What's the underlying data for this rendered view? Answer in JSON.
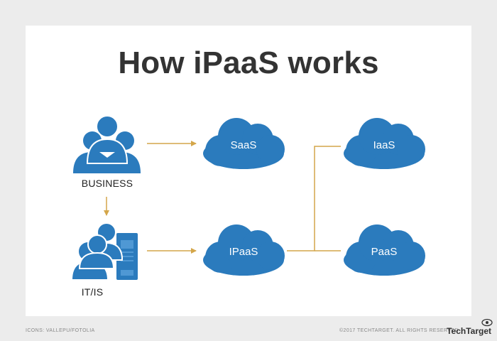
{
  "title": "How iPaaS works",
  "nodes": {
    "business": "BUSINESS",
    "itis": "IT/IS",
    "saas": "SaaS",
    "ipaas": "IPaaS",
    "iaas": "IaaS",
    "paas": "PaaS"
  },
  "icons": {
    "business": "people-group-icon",
    "itis": "people-server-icon",
    "saas": "cloud-icon",
    "ipaas": "cloud-icon",
    "iaas": "cloud-icon",
    "paas": "cloud-icon"
  },
  "footer": {
    "credit": "ICONS: VALLEPU/FOTOLIA",
    "copyright": "©2017 TECHTARGET. ALL RIGHTS RESERVED",
    "brand": "TechTarget"
  },
  "colors": {
    "background": "#ececec",
    "panel": "#ffffff",
    "icon_blue": "#2b7bbd",
    "arrow": "#d4a64a",
    "title": "#333333"
  }
}
